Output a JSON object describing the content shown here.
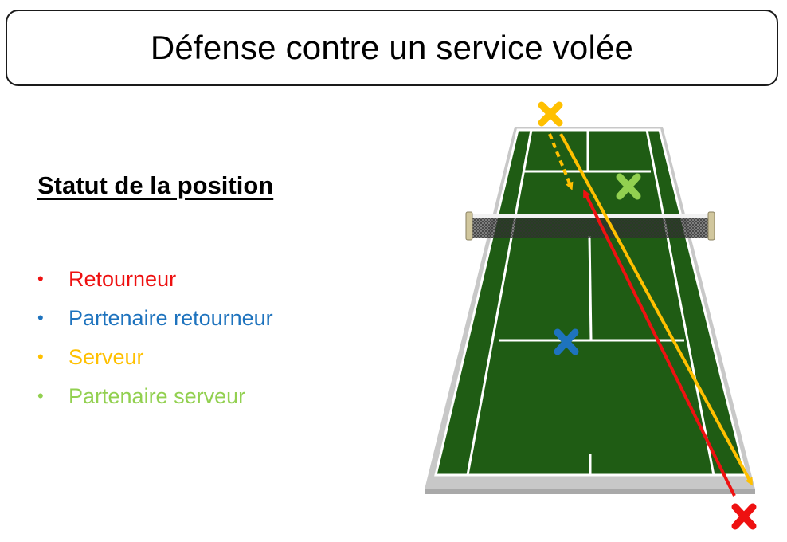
{
  "title": "Défense contre un service volée",
  "subtitle": "Statut de la position",
  "legend": [
    {
      "label": "Retourneur",
      "color": "#ee1111"
    },
    {
      "label": "Partenaire retourneur",
      "color": "#1e73be"
    },
    {
      "label": "Serveur",
      "color": "#ffc000"
    },
    {
      "label": "Partenaire serveur",
      "color": "#92d050"
    }
  ],
  "colors": {
    "court": "#1f5c14",
    "surround": "#c8c8c8",
    "lines": "#ffffff",
    "returner": "#ee1111",
    "returner_partner": "#1e73be",
    "server": "#ffc000",
    "server_partner": "#92d050"
  }
}
